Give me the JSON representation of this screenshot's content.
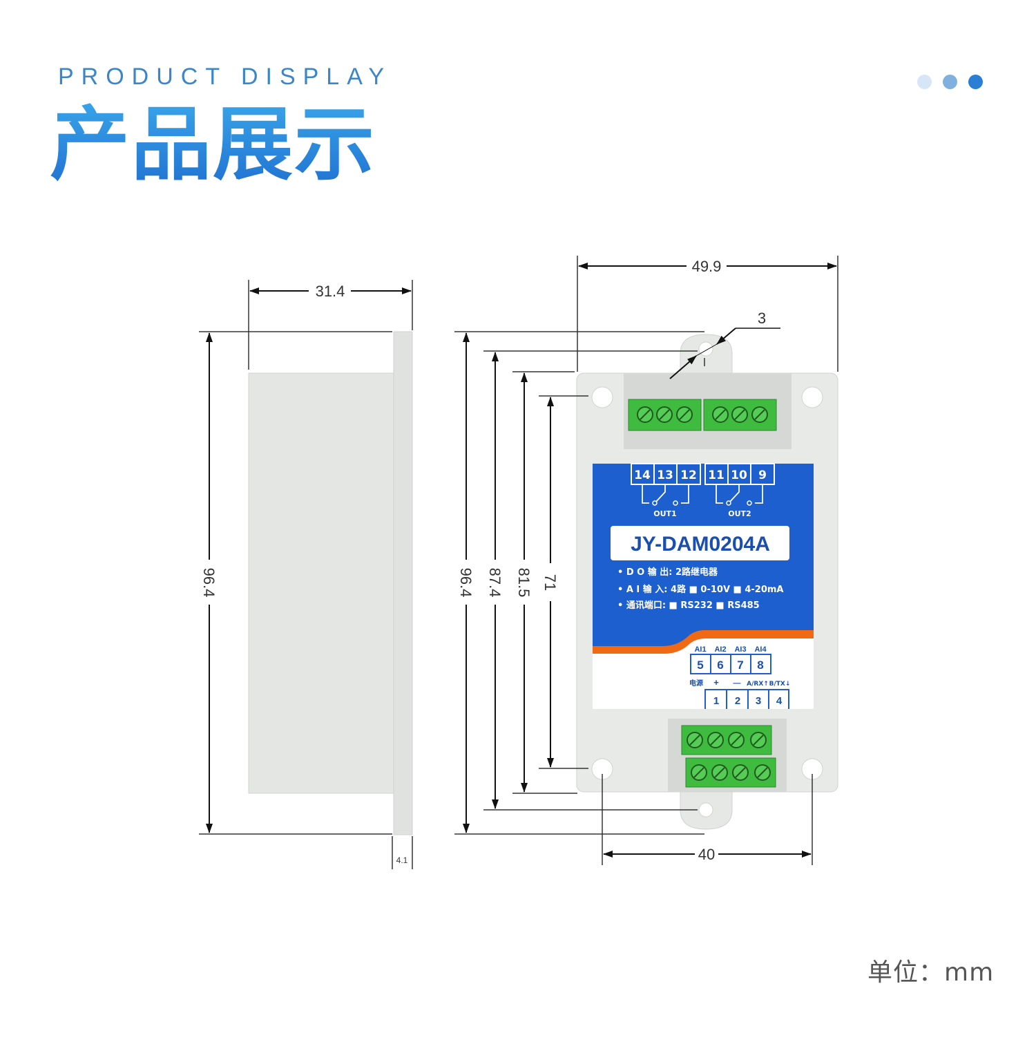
{
  "header": {
    "eyebrow": "PRODUCT DISPLAY",
    "title": "产品展示",
    "dot_colors": [
      "#d6e6f6",
      "#7fb0e0",
      "#2a7fd4"
    ]
  },
  "dimensions": {
    "side_width": "31.4",
    "side_height": "96.4",
    "side_flange": "4.1",
    "top_width": "49.9",
    "hole_dia": "3",
    "h_total": "96.4",
    "h_874": "87.4",
    "h_815": "81.5",
    "h_71": "71",
    "hole_spacing": "40"
  },
  "label": {
    "out_terminals": [
      "14",
      "13",
      "12",
      "11",
      "10",
      "9"
    ],
    "out1": "OUT1",
    "out2": "OUT2",
    "model": "JY-DAM0204A",
    "spec_lines": [
      "• D O 输 出:  2路继电器",
      "• A I  输  入:  4路 ■ 0-10V  ■ 4-20mA",
      "• 通讯端口:  ■ RS232  ■ RS485"
    ],
    "ai_labels": [
      "AI1",
      "AI2",
      "AI3",
      "AI4"
    ],
    "ai_numbers": [
      "5",
      "6",
      "7",
      "8"
    ],
    "power_labels": [
      "电源",
      "+",
      "—",
      "A/RX↑",
      "B/TX↓"
    ],
    "power_numbers": [
      "1",
      "2",
      "3",
      "4"
    ]
  },
  "unit_label": "单位：mm",
  "colors": {
    "label_blue": "#1e5fd0",
    "label_orange": "#f06a16",
    "terminal_green": "#3fbb3f",
    "enclosure": "#e8eae8"
  }
}
